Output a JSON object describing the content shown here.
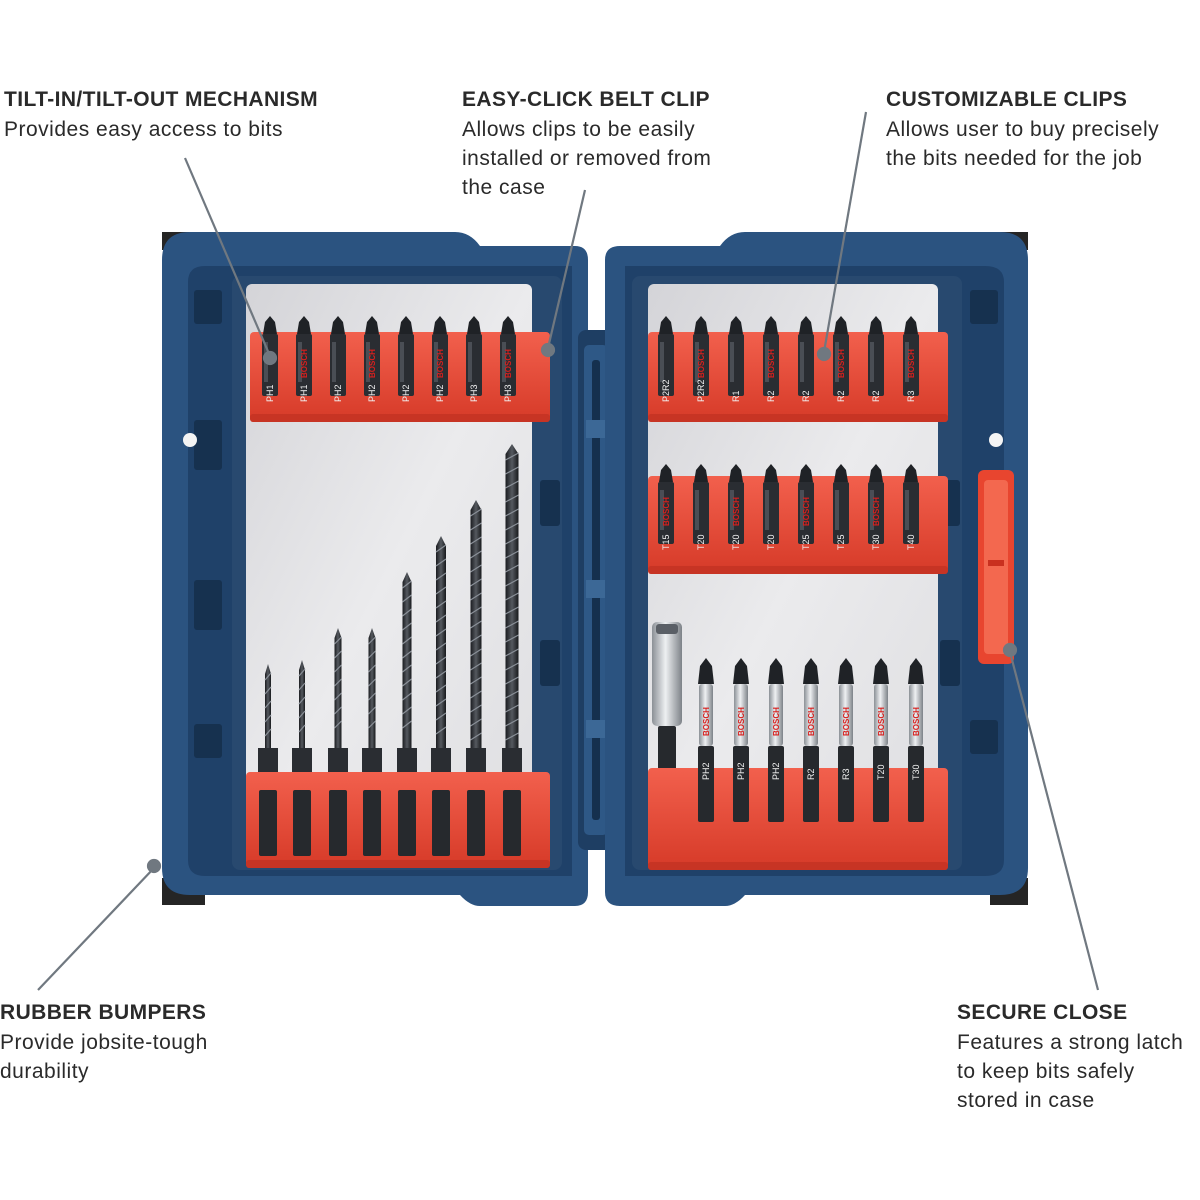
{
  "callouts": {
    "tilt": {
      "title": "TILT-IN/TILT-OUT MECHANISM",
      "lines": [
        "Provides easy access to bits"
      ]
    },
    "belt": {
      "title": "EASY-CLICK BELT CLIP",
      "lines": [
        "Allows clips to be easily",
        "installed or removed from",
        "the case"
      ]
    },
    "custom": {
      "title": "CUSTOMIZABLE CLIPS",
      "lines": [
        "Allows user to buy precisely",
        "the bits needed for the job"
      ]
    },
    "rubber": {
      "title": "RUBBER BUMPERS",
      "lines": [
        "Provide jobsite-tough",
        "durability"
      ]
    },
    "secure": {
      "title": "SECURE CLOSE",
      "lines": [
        "Features a strong latch",
        "to keep bits safely",
        "stored in case"
      ]
    }
  },
  "bits": {
    "left_top": [
      "PH1",
      "PH1",
      "PH2",
      "PH2",
      "PH2",
      "PH2",
      "PH3",
      "PH3"
    ],
    "right_top": [
      "P2R2",
      "P2R2",
      "R1",
      "R2",
      "R2",
      "R2",
      "R2",
      "R3"
    ],
    "right_middle": [
      "T15",
      "T20",
      "T20",
      "T20",
      "T25",
      "T25",
      "T30",
      "T40"
    ],
    "right_bottom": [
      "PH2",
      "PH2",
      "PH2",
      "R2",
      "R3",
      "T20",
      "T30"
    ],
    "brand": "BOSCH"
  },
  "colors": {
    "case_blue": "#2b5380",
    "case_dark": "#1d3a5c",
    "clip_red": "#ee4a37",
    "tray_grey": "#e6e6e8",
    "bumper": "#252525",
    "leader": "#707880"
  }
}
